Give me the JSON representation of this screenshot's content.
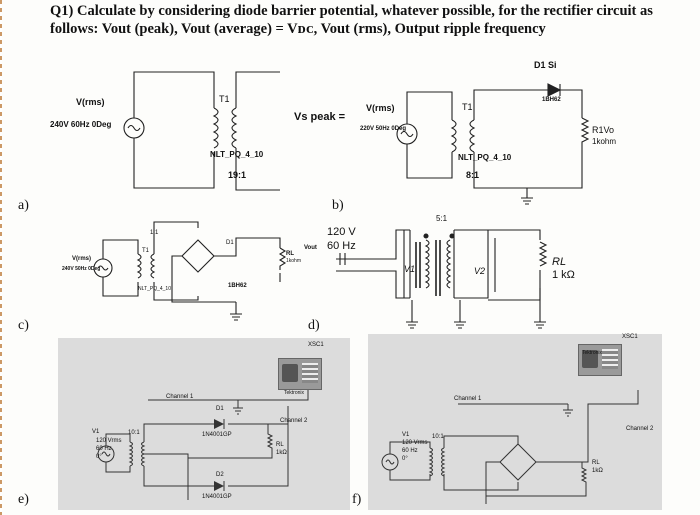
{
  "question": {
    "line1": "Q1) Calculate by considering diode barrier potential, whatever possible, for the rectifier circuit as",
    "line2": "follows: Vout (peak), Vout (average) = Vᴅᴄ, Vout (rms), Output ripple frequency"
  },
  "part_labels": {
    "a": "a)",
    "b": "b)",
    "c": "c)",
    "d": "d)",
    "e": "e)",
    "f": "f)"
  },
  "circuit_a": {
    "source_name": "V(rms)",
    "source_value": "240V 60Hz 0Deg",
    "transformer_name": "T1",
    "transformer_model": "NLT_PQ_4_10",
    "ratio": "19:1",
    "question_text": "Vs peak ="
  },
  "circuit_b": {
    "source_name": "V(rms)",
    "source_value": "220V 50Hz 0Deg",
    "transformer_name": "T1",
    "transformer_model": "NLT_PQ_4_10",
    "ratio": "8:1",
    "diode_name": "D1 Si",
    "diode_model": "1BH62",
    "resistor_name": "R1Vo",
    "resistor_value": "1kohm"
  },
  "circuit_c": {
    "ratio": "1:1",
    "transformer_name": "T1",
    "source_name": "V(rms)",
    "source_value": "240V 50Hz 0Deg",
    "transformer_model": "NLT_PQ_4_10",
    "diode_name": "D1",
    "diode_model": "1BH62",
    "resistor_name": "RL",
    "resistor_value": "1kohm",
    "output": "Vout"
  },
  "circuit_d": {
    "source": "120 V",
    "frequency": "60 Hz",
    "ratio": "5:1",
    "v1": "V1",
    "v2": "V2",
    "rl": "RL",
    "rl_value": "1 kΩ"
  },
  "circuit_e": {
    "scope_name": "XSC1",
    "scope_brand": "Tektronix",
    "channel1": "Channel 1",
    "channel2": "Channel 2",
    "source_name": "V1",
    "source_value1": "120 Vrms",
    "source_value2": "60 Hz",
    "source_value3": "0°",
    "ratio": "10:1",
    "d1": "D1",
    "d1_model": "1N4001GP",
    "d2": "D2",
    "d2_model": "1N4001GP",
    "rl": "RL",
    "rl_value": "1kΩ"
  },
  "circuit_f": {
    "scope_name": "XSC1",
    "scope_brand": "Tektronix",
    "channel1": "Channel 1",
    "channel2": "Channel 2",
    "source_name": "V1",
    "source_value1": "120 Vrms",
    "source_value2": "60 Hz",
    "source_value3": "0°",
    "ratio": "10:1",
    "rl": "RL",
    "rl_value": "1kΩ"
  }
}
